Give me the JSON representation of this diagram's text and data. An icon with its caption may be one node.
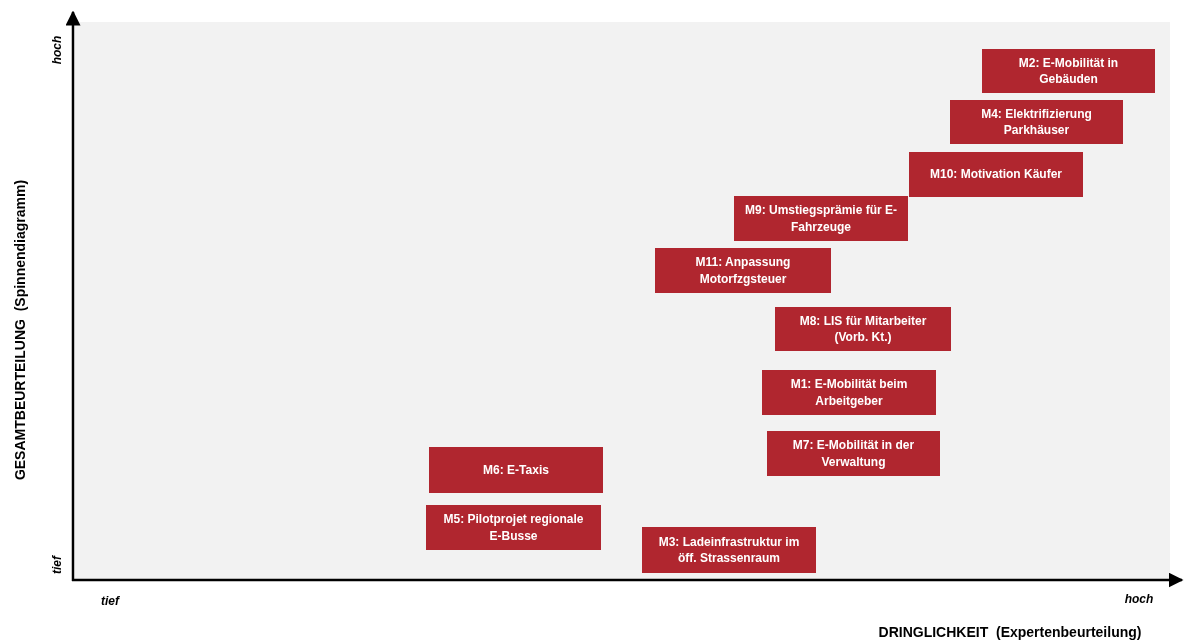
{
  "diagram": {
    "nodes": [
      {
        "text": [
          "M2: E-Mobilität in Gebäuden"
        ]
      },
      {
        "text": [
          "M4: Elektrifizierung Parkhäuser"
        ]
      },
      {
        "text": [
          "M10: Motivation Käufer"
        ]
      },
      {
        "text": [
          "M9: Umstiegsprämie für E-Fahrzeuge"
        ]
      },
      {
        "text": [
          "M11: Anpassung Motorfzgsteuer"
        ]
      },
      {
        "text": [
          "M8: LIS für Mitarbeiter (Vorb. Kt.)"
        ]
      },
      {
        "text": [
          "M1: E-Mobilität beim Arbeitgeber"
        ]
      },
      {
        "text": [
          "M7: E-Mobilität in der Verwaltung"
        ]
      },
      {
        "text": [
          "M6: E-Taxis"
        ]
      },
      {
        "text": [
          "M5: Pilotprojet regionale E-Busse"
        ]
      },
      {
        "text": [
          "M3: Ladeinfrastruktur im öff. Strassenraum"
        ]
      }
    ],
    "labels": [
      "hoch",
      "GESAMTBEURTEILUNG  (Spinnendiagramm)",
      "tief",
      "tief",
      "hoch",
      "DRINGLICHKEIT  (Expertenbeurteilung)"
    ]
  }
}
